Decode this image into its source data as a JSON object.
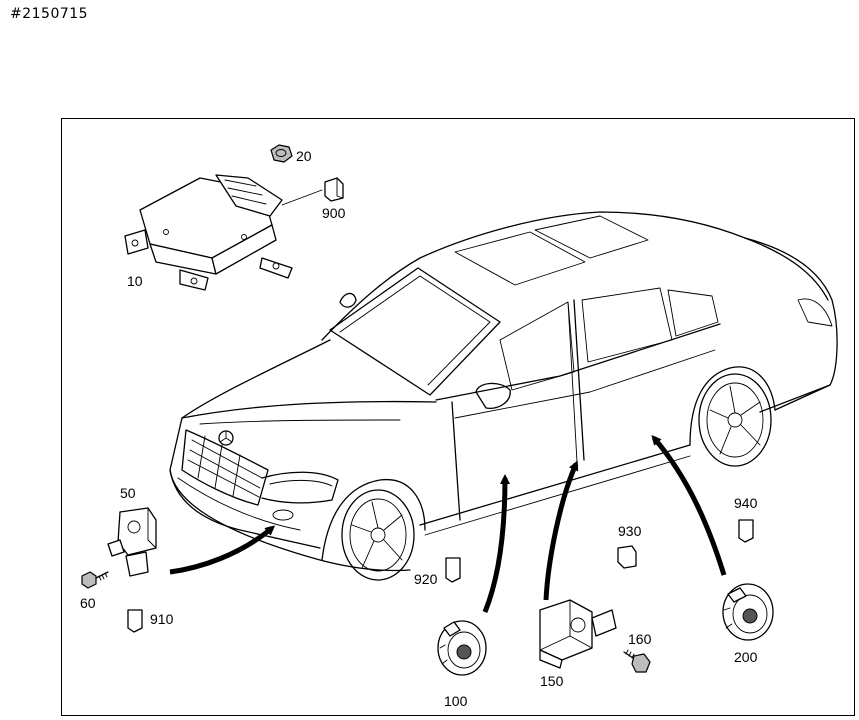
{
  "document": {
    "id": "#2150715"
  },
  "callouts": {
    "c10": "10",
    "c20": "20",
    "c900": "900",
    "c50": "50",
    "c60": "60",
    "c910": "910",
    "c920": "920",
    "c100": "100",
    "c930": "930",
    "c150": "150",
    "c160": "160",
    "c940": "940",
    "c200": "200"
  }
}
